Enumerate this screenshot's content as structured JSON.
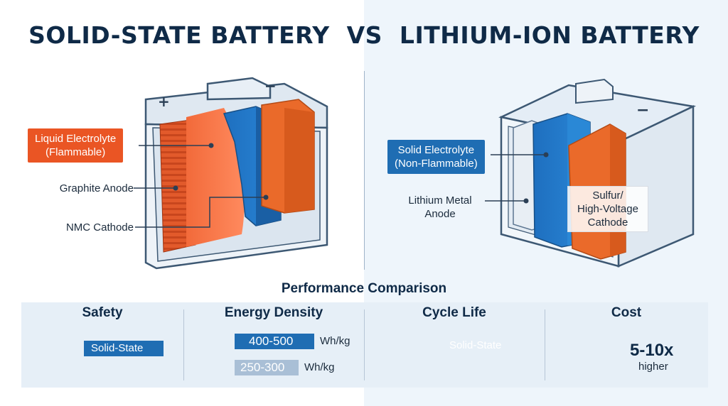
{
  "title": "SOLID-STATE BATTERY  VS  LITHIUM-ION BATTERY",
  "left": {
    "callouts": {
      "liquid_line1": "Liquid Electrolyte",
      "liquid_line2": "(Flammable)",
      "graphite": "Graphite Anode",
      "nmc": "NMC Cathode"
    },
    "terminal_plus": "+",
    "terminal_minus": "−"
  },
  "right": {
    "callouts": {
      "solid_line1": "Solid Electrolyte",
      "solid_line2": "(Non-Flammable)",
      "lithium_line1": "Lithium Metal",
      "lithium_line2": "Anode",
      "sulfur_line1": "Sulfur/",
      "sulfur_line2": "High-Voltage",
      "sulfur_line3": "Cathode"
    },
    "terminal_minus": "−"
  },
  "performance": {
    "title": "Performance Comparison",
    "safety": {
      "label": "Safety",
      "bar_label": "Solid-State"
    },
    "energy_density": {
      "label": "Energy Density",
      "solid_value": "400-500",
      "liion_value": "250-300",
      "unit": "Wh/kg"
    },
    "cycle_life": {
      "label": "Cycle Life",
      "bar_label": "Solid-State"
    },
    "cost": {
      "label": "Cost",
      "value": "5-10x",
      "sub": "higher"
    }
  },
  "colors": {
    "navy": "#0f2a47",
    "orange": "#ea5524",
    "blue": "#1f6db3",
    "light_blue_bar": "#a9bfd6"
  }
}
